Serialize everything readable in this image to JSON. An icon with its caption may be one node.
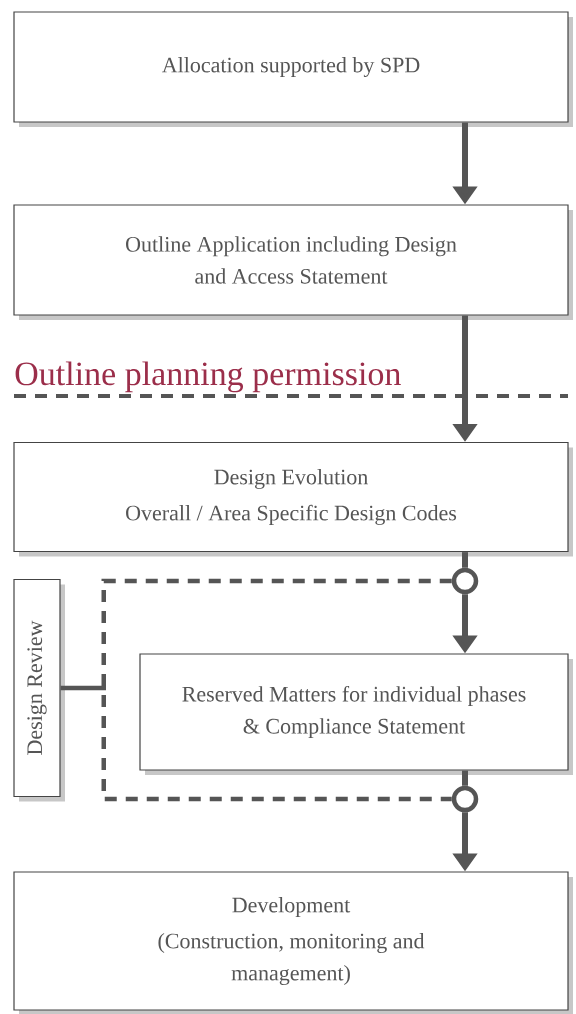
{
  "diagram": {
    "nodes": [
      {
        "text": [
          "Allocation supported by SPD"
        ]
      },
      {
        "text": [
          "Outline Application including Design and Access Statement"
        ]
      },
      {
        "text": [
          "Design Evolution",
          "Overall / Area Specific Design Codes"
        ]
      },
      {
        "text": [
          "Reserved Matters for individual phases & Compliance Statement"
        ]
      },
      {
        "text": [
          "Development",
          "(Construction, monitoring and management)"
        ]
      },
      {
        "text": [
          "Design Review"
        ]
      },
      {
        "text": [],
        "shape": "circle"
      },
      {
        "text": [],
        "shape": "circle"
      }
    ],
    "edges": [
      {
        "from": 0,
        "to": 1,
        "arrow": "to"
      },
      {
        "from": 1,
        "to": 2,
        "arrow": "to"
      },
      {
        "from": 2,
        "to": 6,
        "arrow": "none"
      },
      {
        "from": 6,
        "to": 3,
        "arrow": "to"
      },
      {
        "from": 3,
        "to": 7,
        "arrow": "none"
      },
      {
        "from": 7,
        "to": 4,
        "arrow": "to"
      },
      {
        "from": 6,
        "to": 7,
        "arrow": "none",
        "style": "dashed"
      },
      {
        "from": 5,
        "to": null,
        "arrow": "none"
      }
    ],
    "labels": [
      "Outline planning permission"
    ]
  }
}
